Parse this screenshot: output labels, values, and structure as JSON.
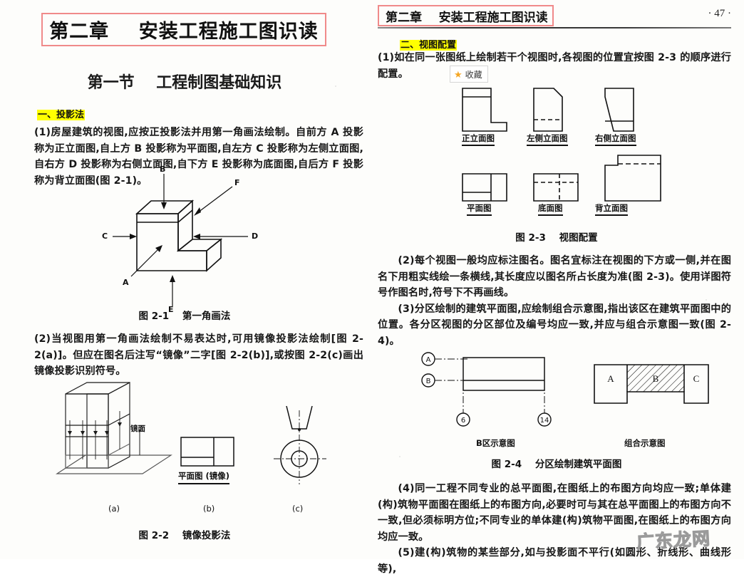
{
  "document": {
    "page_number": "· 47 ·",
    "watermark": "广东龙网"
  },
  "left_column": {
    "chapter_title": "第二章    安装工程施工图识读",
    "section_title": "第一节    工程制图基础知识",
    "subheading": "一、投影法",
    "paragraph_1": "(1)房屋建筑的视图,应按正投影法并用第一角画法绘制。自前方 A 投影称为正立面图,自上方 B 投影称为平面图,自左方 C 投影称为左侧立面图,自右方 D 投影称为右侧立面图,自下方 E 投影称为底面图,自后方 F 投影称为背立面图(图 2-1)。",
    "paragraph_2": "(2)当视图用第一角画法绘制不易表达时,可用镜像投影法绘制[图 2-2(a)]。但应在图名后注写“镜像”二字[图 2-2(b)],或按图 2-2(c)画出镜像投影识别符号。",
    "figure_2_1": {
      "caption": "图 2-1    第一角画法",
      "arrow_labels": [
        "B",
        "F",
        "C",
        "D",
        "A",
        "E"
      ]
    },
    "figure_2_2": {
      "caption": "图 2-2    镜像投影法",
      "mirror_label": "镜面",
      "view_label": "平面图 (镜像)",
      "part_labels": [
        "(a)",
        "(b)",
        "(c)"
      ]
    }
  },
  "right_column": {
    "running_head": "第二章    安装工程施工图识读",
    "subheading": "二、视图配置",
    "paragraph_1": "(1)如在同一张图纸上绘制若干个视图时,各视图的位置宜按图 2-3 的顺序进行配置。",
    "favorite_button": {
      "label": "收藏",
      "icon": "star-icon",
      "icon_color": "#f5a623"
    },
    "figure_2_3": {
      "caption": "图 2-3    视图配置",
      "view_labels": [
        "正立面图",
        "左侧立面图",
        "右侧立面图",
        "平面图",
        "底面图",
        "背立面图"
      ]
    },
    "paragraph_2": "(2)每个视图一般均应标注图名。图名宜标注在视图的下方或一侧,并在图名下用粗实线绘一条横线,其长度应以图名所占长度为准(图 2-3)。使用详图符号作图名时,符号下不再画线。",
    "paragraph_3": "(3)分区绘制的建筑平面图,应绘制组合示意图,指出该区在建筑平面图中的位置。各分区视图的分区部位及编号均应一致,并应与组合示意图一致(图 2-4)。",
    "figure_2_4": {
      "caption": "图 2-4    分区绘制建筑平面图",
      "left_title": "B区示意图",
      "right_title": "组合示意图",
      "axis_labels": [
        "A",
        "B",
        "6",
        "14"
      ],
      "zone_labels": [
        "A",
        "B",
        "C"
      ]
    },
    "paragraph_4": "(4)同一工程不同专业的总平面图,在图纸上的布图方向均应一致;单体建(构)筑物平面图在图纸上的布图方向,必要时可与其在总平面图上的布图方向不一致,但必须标明方位;不同专业的单体建(构)筑物平面图,在图纸上的布图方向均应一致。",
    "paragraph_5": "(5)建(构)筑物的某些部分,如与投影面不平行(如圆形、折线形、曲线形等),"
  },
  "colors": {
    "highlight": "#ffff00",
    "red_box_border": "#f08a8a",
    "text": "#141414",
    "page_background": "#fdfdfb"
  }
}
